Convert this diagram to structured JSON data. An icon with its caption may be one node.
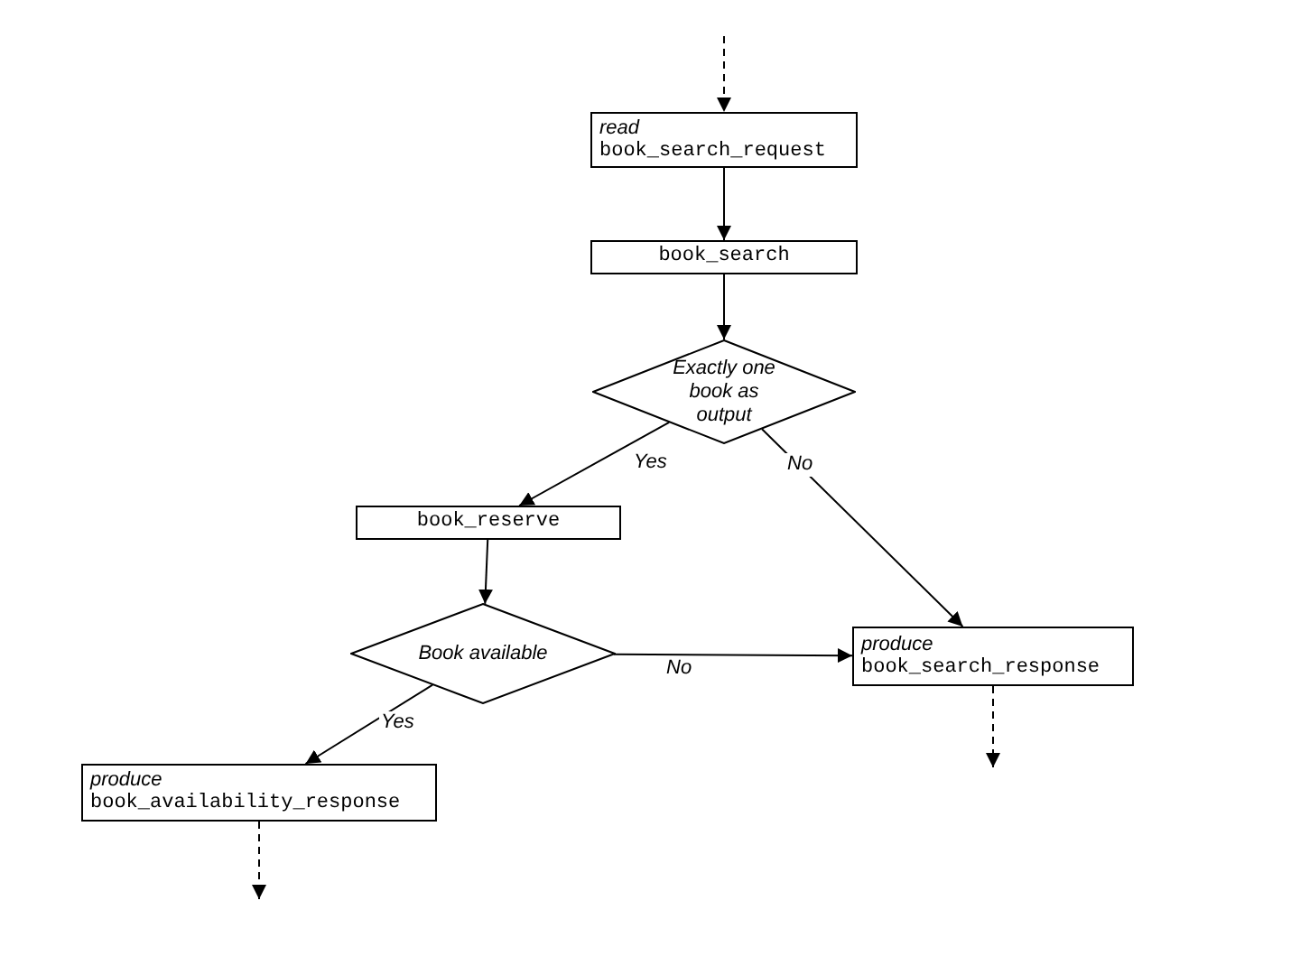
{
  "diagram": {
    "nodes": [
      {
        "text": [
          "read",
          "book_search_request"
        ]
      },
      {
        "text": [
          "book_search"
        ]
      },
      {
        "text": [
          "Exactly one book as output"
        ]
      },
      {
        "text": [
          "book_reserve"
        ]
      },
      {
        "text": [
          "Book available"
        ]
      },
      {
        "text": [
          "produce",
          "book_search_response"
        ]
      },
      {
        "text": [
          "produce",
          "book_availability_response"
        ]
      }
    ],
    "edges": [
      {
        "from": null,
        "to": 0,
        "arrow": "to",
        "style": "dashed"
      },
      {
        "from": 0,
        "to": 1,
        "arrow": "to"
      },
      {
        "from": 1,
        "to": 2,
        "arrow": "to"
      },
      {
        "from": 2,
        "to": 3,
        "arrow": "to",
        "label": "Yes"
      },
      {
        "from": 2,
        "to": 5,
        "arrow": "to",
        "label": "No"
      },
      {
        "from": 3,
        "to": 4,
        "arrow": "to"
      },
      {
        "from": 4,
        "to": 5,
        "arrow": "to",
        "label": "No"
      },
      {
        "from": 4,
        "to": 6,
        "arrow": "to",
        "label": "Yes"
      },
      {
        "from": 5,
        "to": null,
        "arrow": "to",
        "style": "dashed"
      },
      {
        "from": 6,
        "to": null,
        "arrow": "to",
        "style": "dashed"
      }
    ]
  }
}
